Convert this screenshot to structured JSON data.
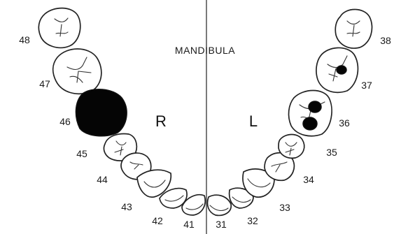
{
  "diagram": {
    "title": "MANDIBULA",
    "side_right": "R",
    "side_left": "L",
    "colors": {
      "outline": "#222222",
      "filled": "#050505",
      "background": "#ffffff"
    },
    "teeth": [
      {
        "id": "t48",
        "number": "48",
        "filled": false,
        "decay_spots": 0
      },
      {
        "id": "t47",
        "number": "47",
        "filled": false,
        "decay_spots": 0
      },
      {
        "id": "t46",
        "number": "46",
        "filled": true,
        "decay_spots": 0
      },
      {
        "id": "t45",
        "number": "45",
        "filled": false,
        "decay_spots": 0
      },
      {
        "id": "t44",
        "number": "44",
        "filled": false,
        "decay_spots": 0
      },
      {
        "id": "t43",
        "number": "43",
        "filled": false,
        "decay_spots": 0
      },
      {
        "id": "t42",
        "number": "42",
        "filled": false,
        "decay_spots": 0
      },
      {
        "id": "t41",
        "number": "41",
        "filled": false,
        "decay_spots": 0
      },
      {
        "id": "t31",
        "number": "31",
        "filled": false,
        "decay_spots": 0
      },
      {
        "id": "t32",
        "number": "32",
        "filled": false,
        "decay_spots": 0
      },
      {
        "id": "t33",
        "number": "33",
        "filled": false,
        "decay_spots": 0
      },
      {
        "id": "t34",
        "number": "34",
        "filled": false,
        "decay_spots": 0
      },
      {
        "id": "t35",
        "number": "35",
        "filled": false,
        "decay_spots": 0
      },
      {
        "id": "t36",
        "number": "36",
        "filled": false,
        "decay_spots": 2
      },
      {
        "id": "t37",
        "number": "37",
        "filled": false,
        "decay_spots": 1
      },
      {
        "id": "t38",
        "number": "38",
        "filled": false,
        "decay_spots": 0
      }
    ]
  }
}
